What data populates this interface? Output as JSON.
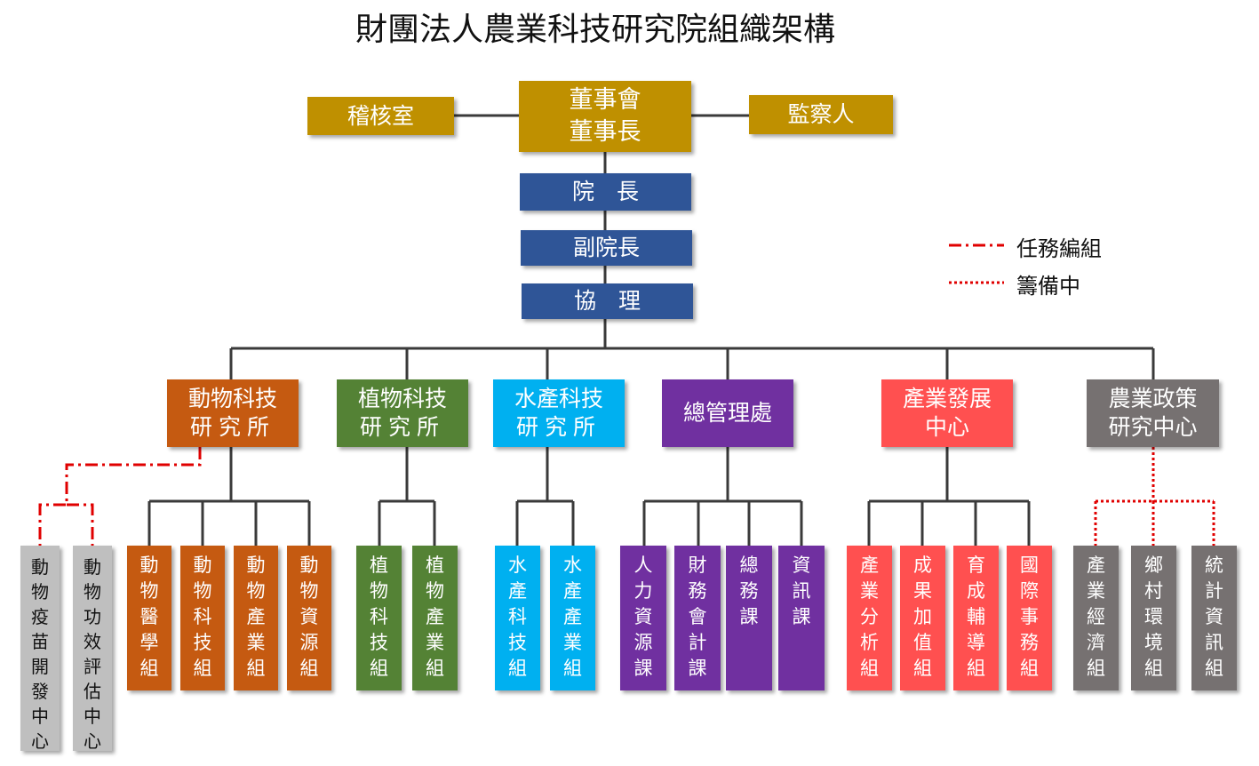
{
  "title": "財團法人農業科技研究院組織架構",
  "legend": {
    "task_group": "任務編組",
    "preparing": "籌備中"
  },
  "colors": {
    "board": "#bf9000",
    "executive": "#2f5597",
    "animal": "#c55a11",
    "plant": "#548235",
    "aquatic": "#00b0f0",
    "admin": "#7030a0",
    "industry": "#ff5050",
    "policy": "#767171",
    "task": "#bfbfbf",
    "task_line": "#e00000"
  },
  "top": {
    "audit": "稽核室",
    "board": "董事會",
    "chair": "董事長",
    "supervisor": "監察人",
    "president": "院　長",
    "vice_president": "副院長",
    "assistant": "協　理"
  },
  "divisions": {
    "animal": {
      "line1": "動物科技",
      "line2": "研究所",
      "units": [
        "動物醫學組",
        "動物科技組",
        "動物產業組",
        "動物資源組"
      ],
      "task_units": [
        "動物疫苗開發中心",
        "動物功效評估中心"
      ]
    },
    "plant": {
      "line1": "植物科技",
      "line2": "研究所",
      "units": [
        "植物科技組",
        "植物產業組"
      ]
    },
    "aquatic": {
      "line1": "水產科技",
      "line2": "研究所",
      "units": [
        "水產科技組",
        "水產產業組"
      ]
    },
    "admin": {
      "line1": "總管理處",
      "units": [
        "人力資源課",
        "財務會計課",
        "總　務　課",
        "資　訊　課"
      ]
    },
    "industry": {
      "line1": "產業發展",
      "line2": "中心",
      "units": [
        "產業分析組",
        "成果加值組",
        "育成輔導組",
        "國際事務組"
      ]
    },
    "policy": {
      "line1": "農業政策",
      "line2": "研究中心",
      "units": [
        "產業經濟組",
        "鄉村環境組",
        "統計資訊組"
      ]
    }
  }
}
